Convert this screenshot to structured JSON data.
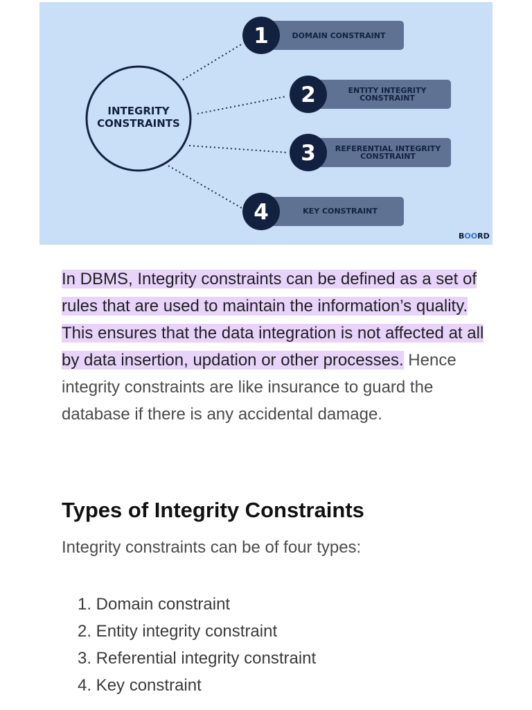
{
  "figure": {
    "center_line1": "INTEGRITY",
    "center_line2": "CONSTRAINTS",
    "items": [
      {
        "num": "1",
        "line1": "DOMAIN CONSTRAINT",
        "line2": ""
      },
      {
        "num": "2",
        "line1": "ENTITY INTEGRITY",
        "line2": "CONSTRAINT"
      },
      {
        "num": "3",
        "line1": "REFERENTIAL INTEGRITY",
        "line2": "CONSTRAINT"
      },
      {
        "num": "4",
        "line1": "KEY CONSTRAINT",
        "line2": ""
      }
    ],
    "brand_b": "B",
    "brand_oo": "OO",
    "brand_rd": "RD",
    "colors": {
      "background": "#c9def7",
      "circle_badge": "#12213f",
      "pill": "#5f7293",
      "highlight": "#e8d3fa"
    }
  },
  "article": {
    "highlighted_1": "In DBMS, Integrity constraints can be defined as a set of rules that are used to maintain the information’s quality.",
    "space": " ",
    "highlighted_2": "This ensures that the data integration is not affected at all by data insertion, updation or other processes.",
    "plain": " Hence integrity constraints are like insurance to guard the database if there is any accidental damage.",
    "heading": "Types of Integrity Constraints",
    "intro": "Integrity constraints can be of four types:",
    "types": [
      "1. Domain constraint",
      "2. Entity integrity constraint",
      "3. Referential integrity constraint",
      "4. Key constraint"
    ]
  }
}
